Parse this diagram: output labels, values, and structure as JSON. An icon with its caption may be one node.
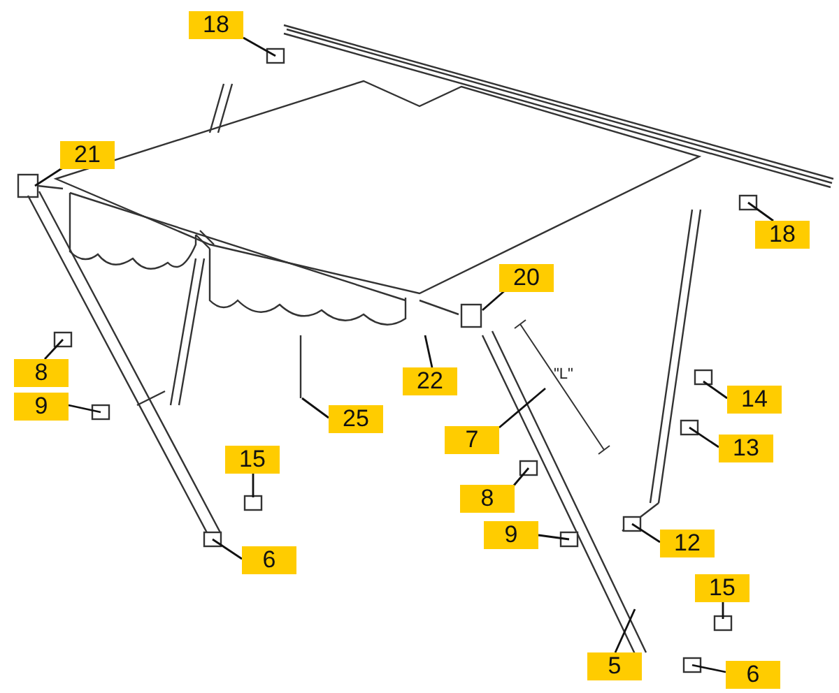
{
  "diagram": {
    "nodes": [
      {
        "text": [
          "18"
        ]
      },
      {
        "text": [
          "21"
        ]
      },
      {
        "text": [
          "18"
        ]
      },
      {
        "text": [
          "20"
        ]
      },
      {
        "text": [
          "22"
        ]
      },
      {
        "text": [
          "25"
        ]
      },
      {
        "text": [
          "14"
        ]
      },
      {
        "text": [
          "7"
        ]
      },
      {
        "text": [
          "13"
        ]
      },
      {
        "text": [
          "8"
        ]
      },
      {
        "text": [
          "9"
        ]
      },
      {
        "text": [
          "15"
        ]
      },
      {
        "text": [
          "6"
        ]
      },
      {
        "text": [
          "8"
        ]
      },
      {
        "text": [
          "12"
        ]
      },
      {
        "text": [
          "9"
        ]
      },
      {
        "text": [
          "5"
        ]
      },
      {
        "text": [
          "15"
        ]
      },
      {
        "text": [
          "6"
        ]
      }
    ],
    "edges": [
      {
        "from": 0,
        "to": null,
        "arrow": "none"
      },
      {
        "from": 1,
        "to": null,
        "arrow": "none"
      },
      {
        "from": 2,
        "to": null,
        "arrow": "none"
      },
      {
        "from": 3,
        "to": null,
        "arrow": "none"
      },
      {
        "from": 4,
        "to": null,
        "arrow": "none"
      },
      {
        "from": 5,
        "to": null,
        "arrow": "none"
      },
      {
        "from": 6,
        "to": null,
        "arrow": "none"
      },
      {
        "from": 7,
        "to": null,
        "arrow": "none"
      },
      {
        "from": 8,
        "to": null,
        "arrow": "none"
      },
      {
        "from": 9,
        "to": null,
        "arrow": "none"
      },
      {
        "from": 10,
        "to": null,
        "arrow": "none"
      },
      {
        "from": 11,
        "to": null,
        "arrow": "none"
      },
      {
        "from": 12,
        "to": null,
        "arrow": "none"
      },
      {
        "from": 13,
        "to": null,
        "arrow": "none"
      },
      {
        "from": 14,
        "to": null,
        "arrow": "none"
      },
      {
        "from": 15,
        "to": null,
        "arrow": "none"
      },
      {
        "from": 16,
        "to": null,
        "arrow": "none"
      },
      {
        "from": 17,
        "to": null,
        "arrow": "none"
      },
      {
        "from": 18,
        "to": null,
        "arrow": "none"
      }
    ],
    "labels": [
      "\"L\""
    ]
  }
}
